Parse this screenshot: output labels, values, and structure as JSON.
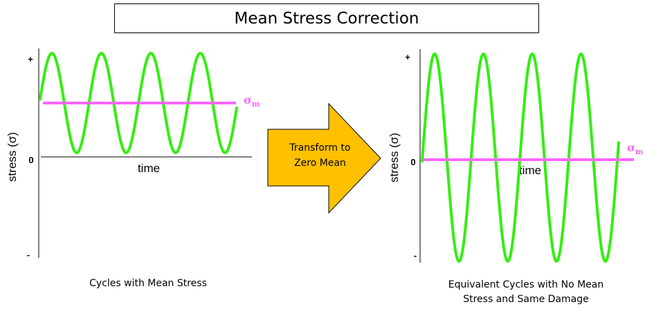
{
  "title": "Mean Stress Correction",
  "colors": {
    "wave": "#33ee11",
    "mean": "#ff66ff",
    "arrow_fill": "#ffc000",
    "arrow_stroke": "#000000",
    "axis": "#000000"
  },
  "left_panel": {
    "y_label": "stress (σ)",
    "x_label": "time",
    "tick_plus": "+",
    "tick_zero": "0",
    "tick_minus": "-",
    "mean_symbol": "σ",
    "mean_subscript": "m",
    "caption": "Cycles with Mean Stress"
  },
  "arrow": {
    "line1": "Transform to",
    "line2": "Zero Mean"
  },
  "right_panel": {
    "y_label": "stress (σ)",
    "x_label": "time",
    "tick_plus": "+",
    "tick_zero": "0",
    "tick_minus": "-",
    "mean_symbol": "σ",
    "mean_subscript": "m",
    "caption_line1": "Equivalent Cycles with No Mean",
    "caption_line2": "Stress and Same Damage"
  }
}
